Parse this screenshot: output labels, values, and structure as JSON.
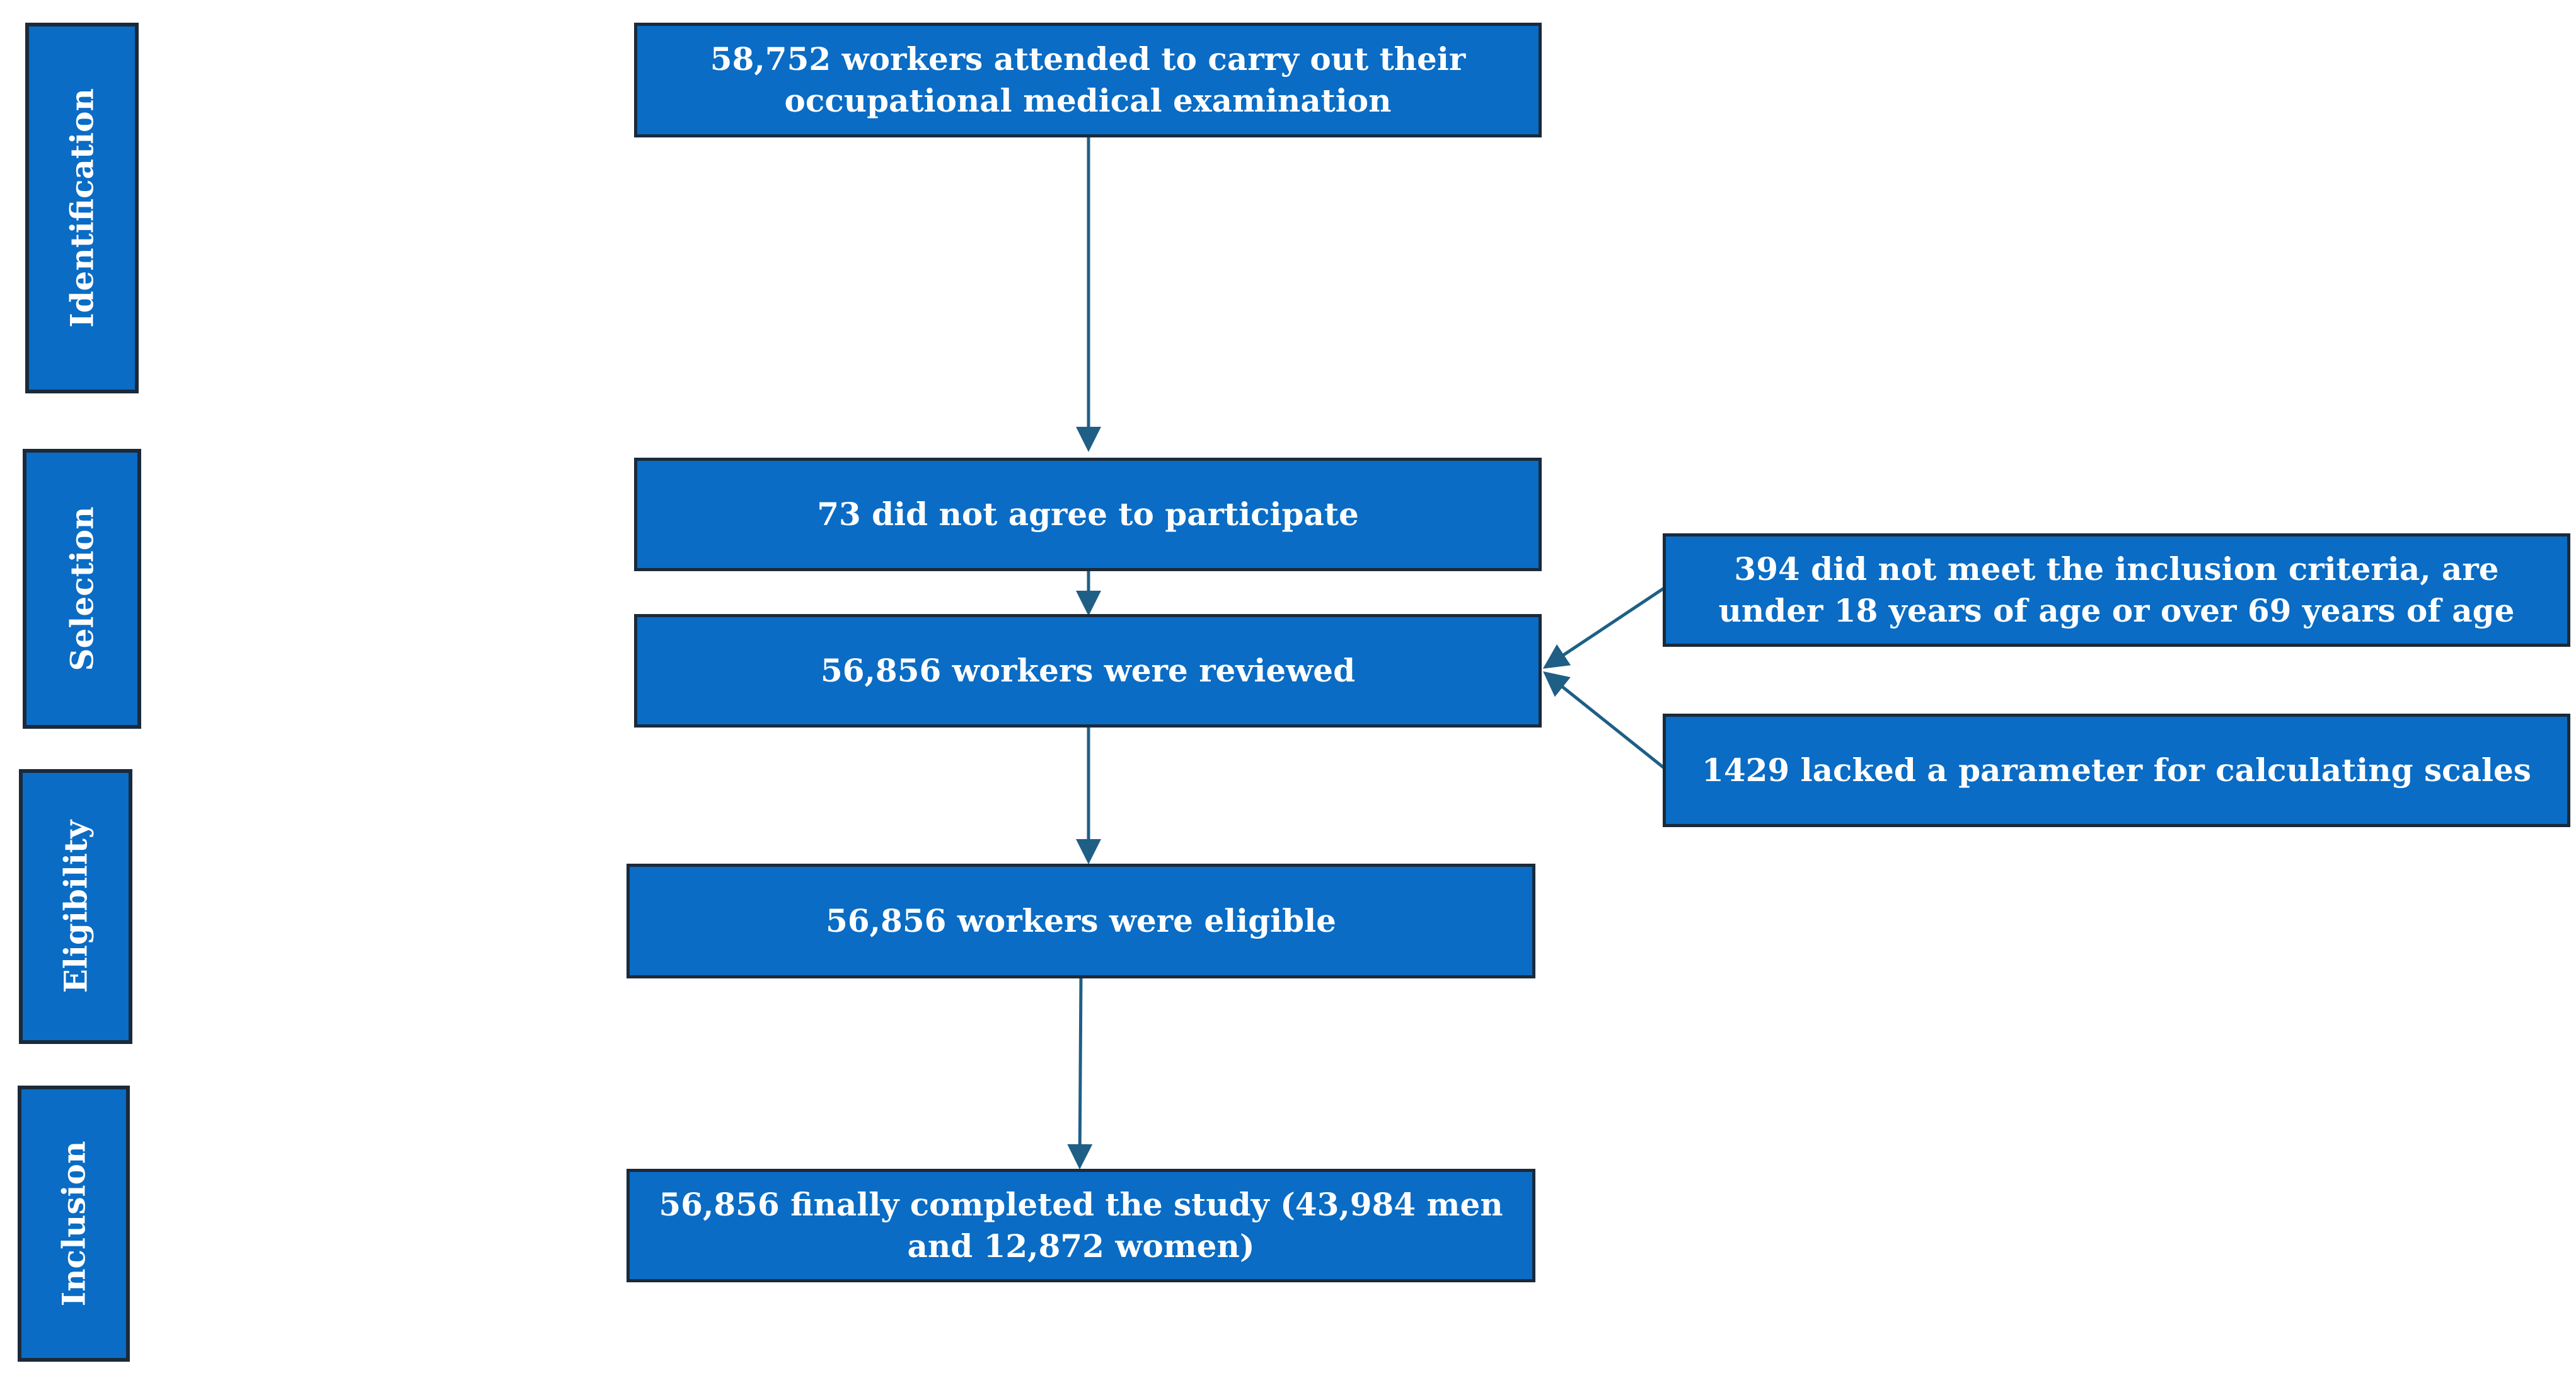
{
  "stages": {
    "identification": "Identification",
    "selection": "Selection",
    "eligibility": "Eligibility",
    "inclusion": "Inclusion"
  },
  "boxes": {
    "attended": "58,752 workers attended to carry out their occupational medical examination",
    "not_agree": "73 did not agree to participate",
    "reviewed": "56,856 workers were reviewed",
    "eligible": "56,856 workers were eligible",
    "completed": "56,856 finally completed the study (43,984 men and 12,872 women)",
    "not_meet_criteria": "394 did not meet the inclusion criteria, are under 18 years of age or over 69 years of age",
    "lacked_parameter": "1429 lacked a parameter for calculating scales"
  },
  "colors": {
    "box_fill": "#0a6cc4",
    "box_border": "#1b2a3a",
    "arrow": "#1f5f86",
    "text": "#ffffff"
  }
}
